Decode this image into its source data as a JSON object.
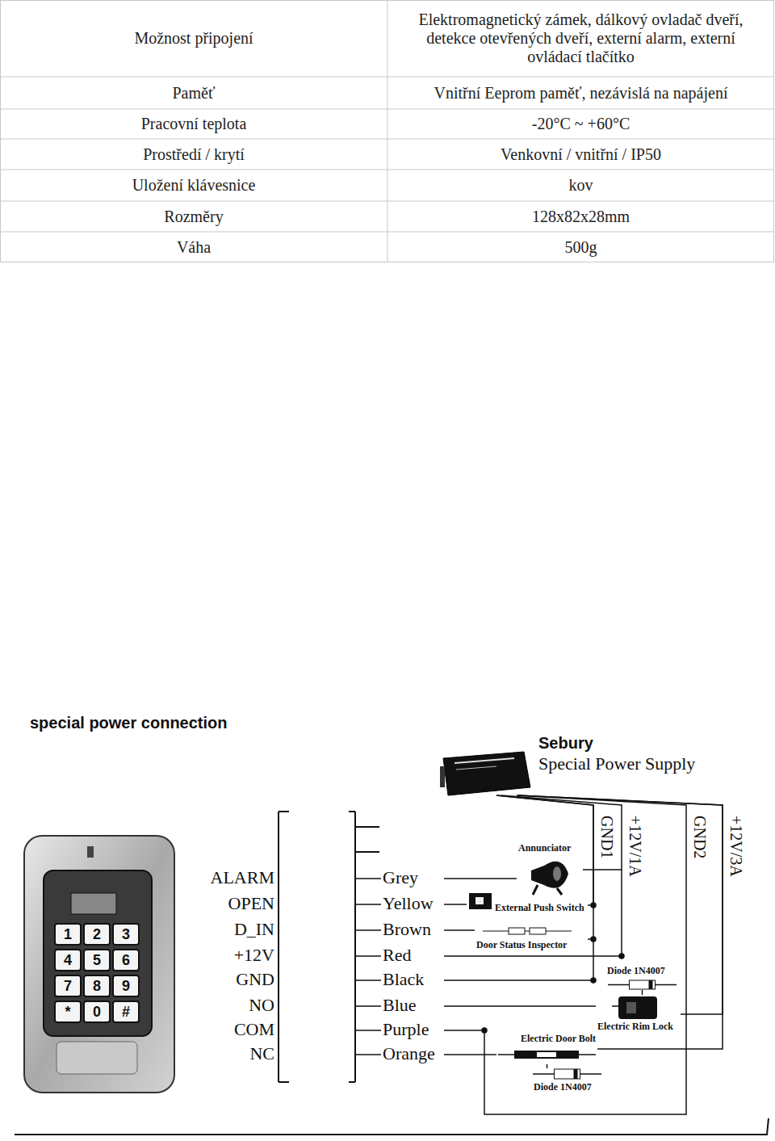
{
  "diagram": {
    "title": "special power connection",
    "nodes": [
      {
        "text": [
          "Sebury",
          "Special Power Supply"
        ]
      },
      {
        "text": [
          "Annunciator"
        ]
      },
      {
        "text": [
          "External Push Switch"
        ]
      },
      {
        "text": [
          "Door Status Inspector"
        ]
      },
      {
        "text": [
          "Diode 1N4007"
        ]
      },
      {
        "text": [
          "Electric Rim Lock"
        ]
      },
      {
        "text": [
          "Electric Door Bolt"
        ]
      },
      {
        "text": [
          "Diode 1N4007"
        ]
      }
    ],
    "edges": [
      {
        "from": 0,
        "to": 1,
        "arrow": "none"
      },
      {
        "from": 0,
        "to": 2,
        "arrow": "none"
      },
      {
        "from": 0,
        "to": 3,
        "arrow": "none"
      },
      {
        "from": 0,
        "to": 5,
        "arrow": "none"
      },
      {
        "from": 0,
        "to": 6,
        "arrow": "none"
      },
      {
        "from": 4,
        "to": 5,
        "arrow": "none"
      },
      {
        "from": 6,
        "to": 7,
        "arrow": "none"
      }
    ],
    "labels": [
      "Možnost připojení",
      "Elektromagnetický zámek, dálkový ovladač dveří, detekce otevřených dveří, externí alarm, externí ovládací tlačítko",
      "Paměť",
      "Vnitřní Eeprom paměť, nezávislá na napájení",
      "Pracovní teplota",
      "-20°C ~ +60°C",
      "Prostředí / krytí",
      "Venkovní / vnitřní / IP50",
      "Uložení klávesnice",
      "kov",
      "Rozměry",
      "128x82x28mm",
      "Váha",
      "500g",
      "ALARM",
      "OPEN",
      "D_IN",
      "+12V",
      "GND",
      "NO",
      "COM",
      "NC",
      "Grey",
      "Yellow",
      "Brown",
      "Red",
      "Black",
      "Blue",
      "Purple",
      "Orange",
      "GND1",
      "+12V/1A",
      "GND2",
      "+12V/3A",
      "1",
      "2",
      "3",
      "4",
      "5",
      "6",
      "7",
      "8",
      "9",
      "*",
      "0",
      "#"
    ]
  }
}
